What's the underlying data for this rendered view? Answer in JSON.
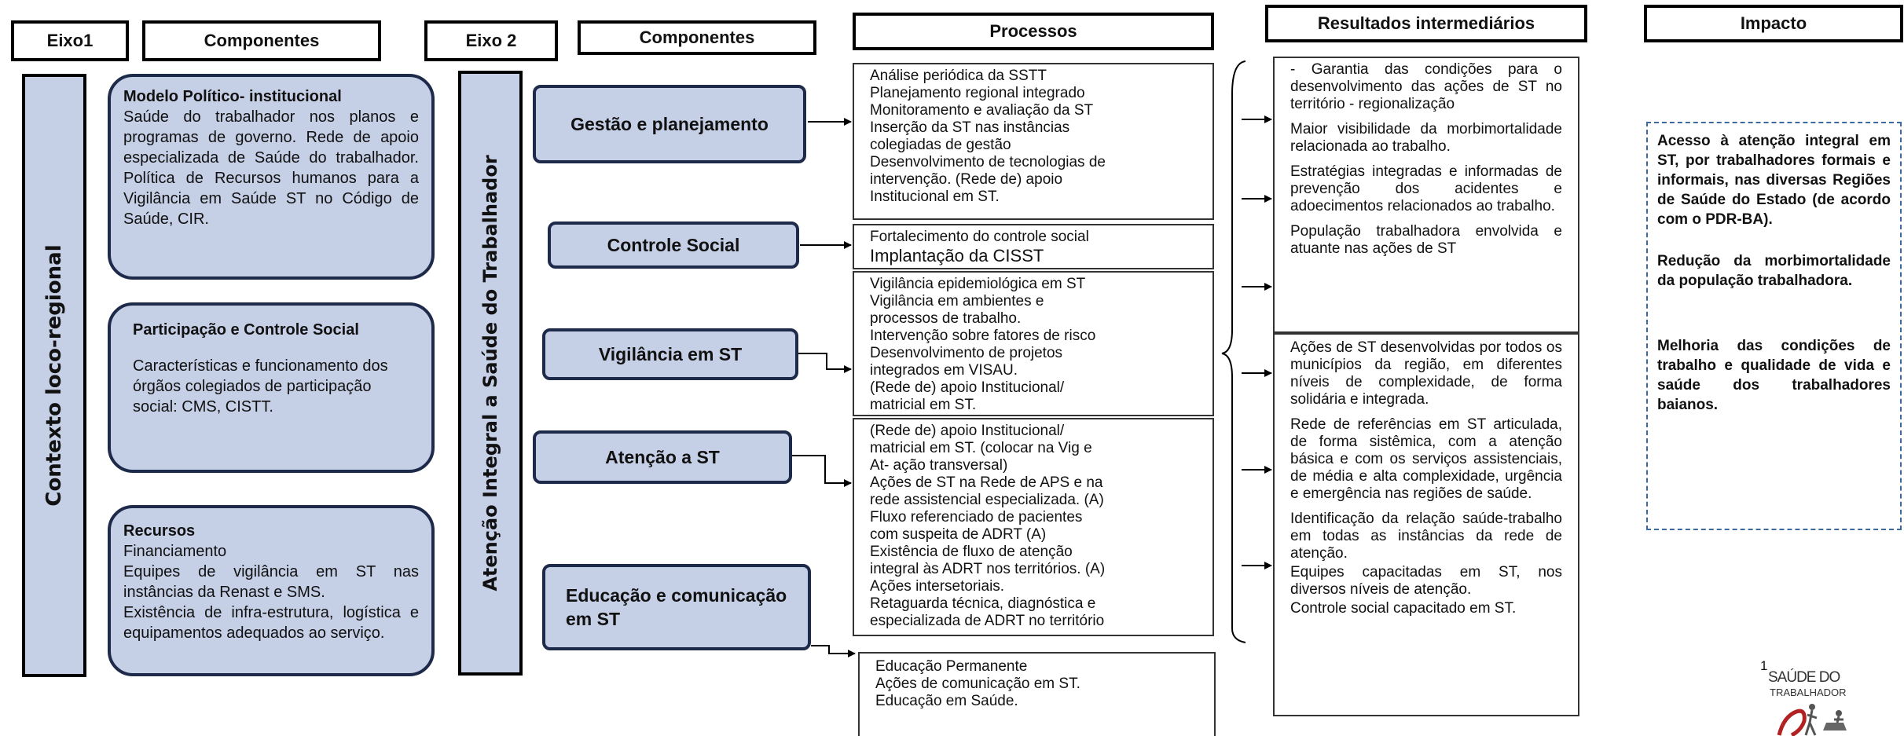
{
  "headers": {
    "eixo1": "Eixo1",
    "componentes1": "Componentes",
    "eixo2": "Eixo 2",
    "componentes2": "Componentes",
    "processos": "Processos",
    "resultados": "Resultados intermediários",
    "impacto": "Impacto"
  },
  "eixo1_bar": "Contexto loco-regional",
  "eixo2_bar": "Atenção Integral a Saúde do Trabalhador",
  "left_components": [
    {
      "title": "Modelo Político- institucional",
      "body": "Saúde do trabalhador nos planos e programas de governo. Rede de apoio especializada de Saúde do trabalhador. Política de Recursos humanos para a Vigilância em Saúde ST no Código de Saúde, CIR."
    },
    {
      "title": "Participação e Controle Social",
      "body": "Características e funcionamento dos órgãos colegiados de participação social: CMS, CISTT."
    },
    {
      "title": "Recursos",
      "lines": [
        "Financiamento",
        "Equipes de vigilância em ST nas instâncias da Renast e SMS.",
        "Existência de infra-estrutura, logística e equipamentos adequados ao serviço."
      ]
    }
  ],
  "components": [
    "Gestão e planejamento",
    "Controle Social",
    "Vigilância em ST",
    "Atenção a ST",
    "Educação e comunicação em ST"
  ],
  "processes": [
    {
      "lines": [
        "Análise periódica da SSTT",
        "Planejamento regional integrado",
        "Monitoramento e avaliação da ST",
        "Inserção da ST nas instâncias",
        "colegiadas de gestão",
        "Desenvolvimento de tecnologias de",
        "intervenção. (Rede de) apoio",
        "Institucional em ST."
      ]
    },
    {
      "lines": [
        "Fortalecimento do controle social",
        "Implantação da CISST"
      ]
    },
    {
      "lines": [
        "Vigilância epidemiológica em ST",
        "Vigilância em ambientes e",
        "processos de trabalho.",
        "Intervenção sobre fatores de risco",
        "Desenvolvimento de projetos",
        "integrados em VISAU.",
        "(Rede de) apoio Institucional/",
        "matricial em ST."
      ]
    },
    {
      "lines": [
        "(Rede de) apoio Institucional/",
        "matricial em ST. (colocar na Vig e",
        "At- ação transversal)",
        "Ações de ST na Rede de APS e na",
        "rede assistencial especializada. (A)",
        "Fluxo referenciado de pacientes",
        "com suspeita de ADRT (A)",
        "Existência de fluxo de atenção",
        "integral às ADRT nos territórios. (A)",
        "Ações intersetoriais.",
        "Retaguarda técnica, diagnóstica e",
        "especializada de ADRT no território"
      ]
    },
    {
      "lines": [
        "Educação Permanente",
        "Ações de comunicação em ST.",
        "Educação em Saúde."
      ]
    }
  ],
  "results": [
    [
      "- Garantia das condições para o desenvolvimento das ações de ST no território - regionalização",
      "Maior visibilidade da morbimortalidade relacionada ao trabalho.",
      "Estratégias integradas e informadas de prevenção dos acidentes e adoecimentos relacionados ao trabalho.",
      "População trabalhadora envolvida e atuante nas ações de ST"
    ],
    [
      "Ações de ST desenvolvidas por todos os municípios da região, em diferentes níveis de complexidade, de forma solidária e integrada.",
      "Rede de referências em ST articulada, de forma sistêmica, com a atenção básica e com os serviços assistenciais, de média e alta complexidade, urgência e emergência nas regiões de saúde.",
      "Identificação da relação saúde-trabalho em todas as instâncias da rede de atenção.",
      "Equipes capacitadas em ST, nos diversos níveis de atenção.",
      "Controle social capacitado em ST."
    ]
  ],
  "impact": [
    "Acesso à atenção integral em ST, por trabalhadores formais e informais, nas diversas Regiões de Saúde do Estado (de acordo com o PDR-BA).",
    "Redução da morbimortalidade da população trabalhadora.",
    "Melhoria das condições de trabalho e qualidade de vida e saúde dos trabalhadores baianos."
  ],
  "logo": {
    "superscript": "1",
    "line1": "SAÚDE DO",
    "line2": "TRABALHADOR"
  },
  "colors": {
    "box_fill": "#c5cfe6",
    "box_border": "#1e2a4a",
    "impact_border": "#3b6aa0",
    "logo_red": "#b22222"
  }
}
